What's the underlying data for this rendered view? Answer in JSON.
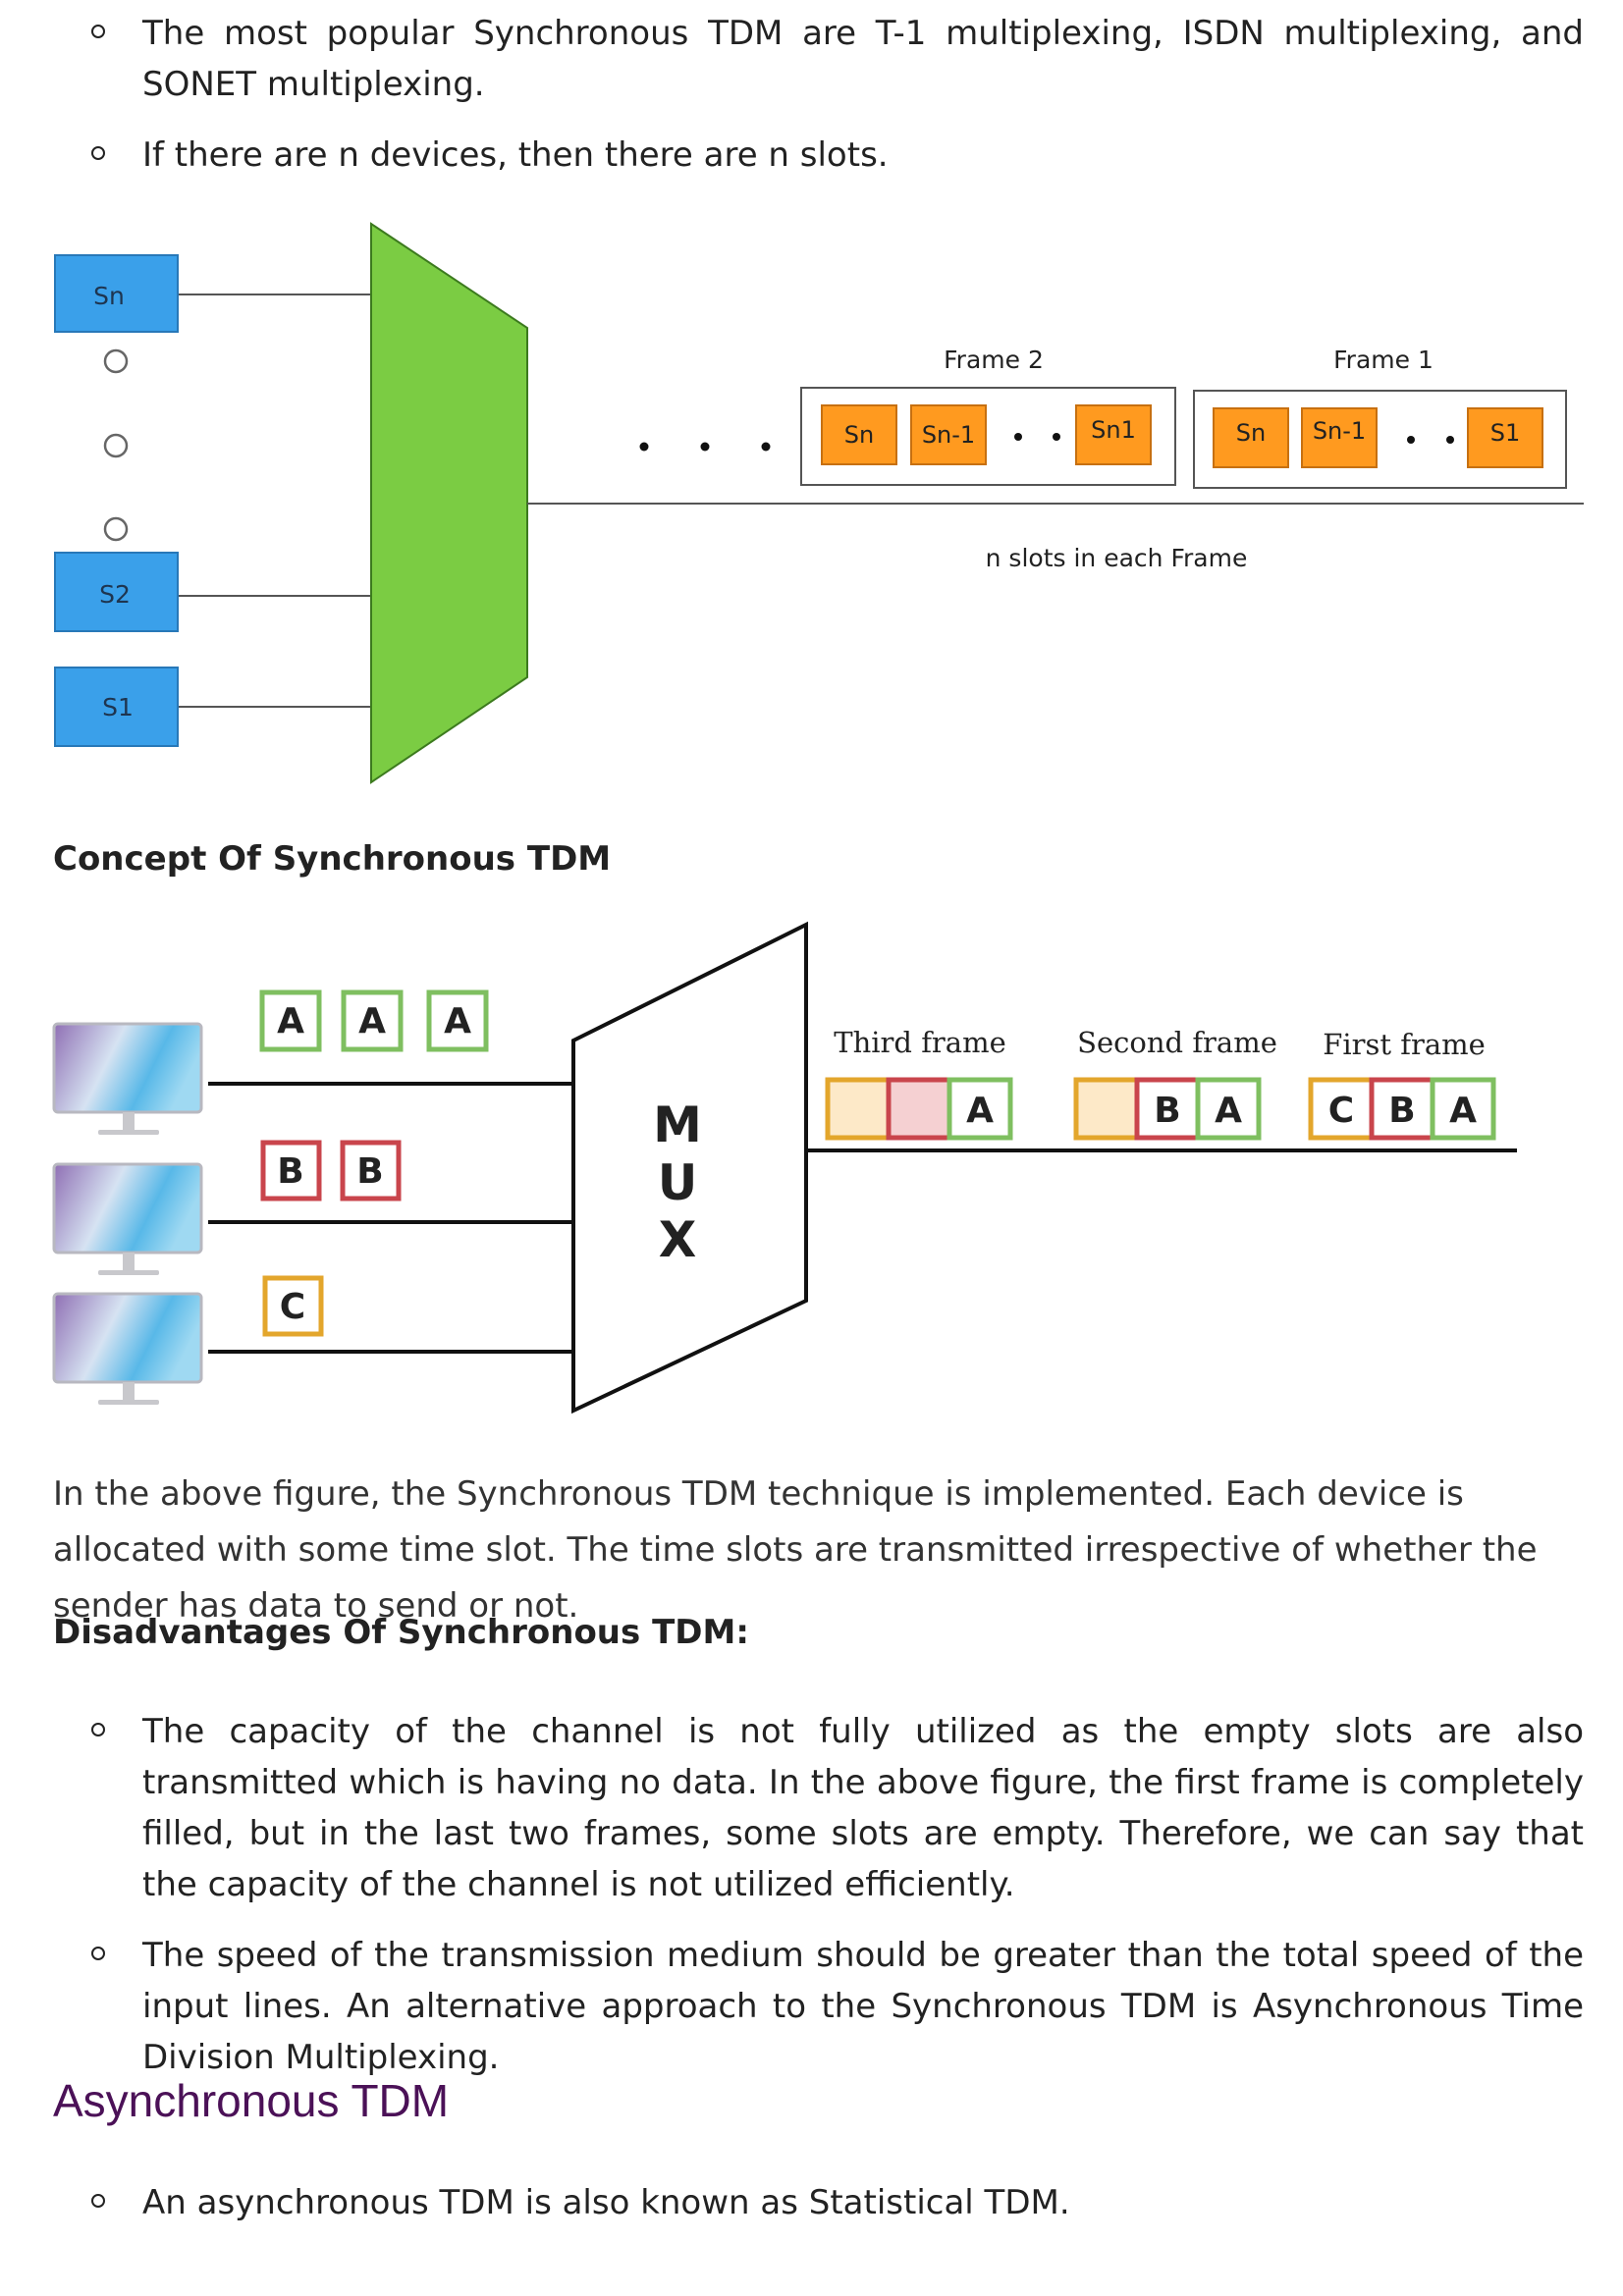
{
  "top_bullets": [
    "The most popular Synchronous TDM are T-1 multiplexing, ISDN multiplexing, and SONET multiplexing.",
    "If there are n devices, then there are n slots."
  ],
  "fig1": {
    "sources": [
      "Sn",
      "S2",
      "S1"
    ],
    "frame2": {
      "title": "Frame 2",
      "slots": [
        "Sn",
        "Sn-1",
        "Sn1"
      ]
    },
    "frame1": {
      "title": "Frame 1",
      "slots": [
        "Sn",
        "Sn-1",
        "S1"
      ]
    },
    "caption": "n slots in each Frame"
  },
  "fig1_title": "Concept Of Synchronous TDM",
  "fig2": {
    "queue_a": [
      "A",
      "A",
      "A"
    ],
    "queue_b": [
      "B",
      "B"
    ],
    "queue_c": [
      "C"
    ],
    "mux_letters": [
      "M",
      "U",
      "X"
    ],
    "third_frame": {
      "label": "Third frame",
      "slots": [
        "",
        "",
        "A"
      ]
    },
    "second_frame": {
      "label": "Second frame",
      "slots": [
        "",
        "B",
        "A"
      ]
    },
    "first_frame": {
      "label": "First frame",
      "slots": [
        "C",
        "B",
        "A"
      ]
    },
    "colors": {
      "a_border": "#7fbf60",
      "b_border": "#c9454c",
      "c_border": "#e3a62c",
      "b_fill": "#f5d0d2",
      "c_fill": "#fde9c8"
    }
  },
  "description": "In the above figure, the Synchronous TDM technique is implemented. Each device is allocated with some time slot. The time slots are transmitted irrespective of whether the sender has data to send or not.",
  "disadvantages_heading": "Disadvantages Of Synchronous TDM:",
  "disadvantages": [
    "The capacity of the channel is not fully utilized as the empty slots are also transmitted which is having no data. In the above figure, the first frame is completely filled, but in the last two frames, some slots are empty. Therefore, we can say that the capacity of the channel is not utilized efficiently.",
    "The speed of the transmission medium should be greater than the total speed of the input lines. An alternative approach to the Synchronous TDM is Asynchronous Time Division Multiplexing."
  ],
  "async_heading": "Asynchronous TDM",
  "async_bullets": [
    "An asynchronous TDM is also known as Statistical TDM."
  ]
}
